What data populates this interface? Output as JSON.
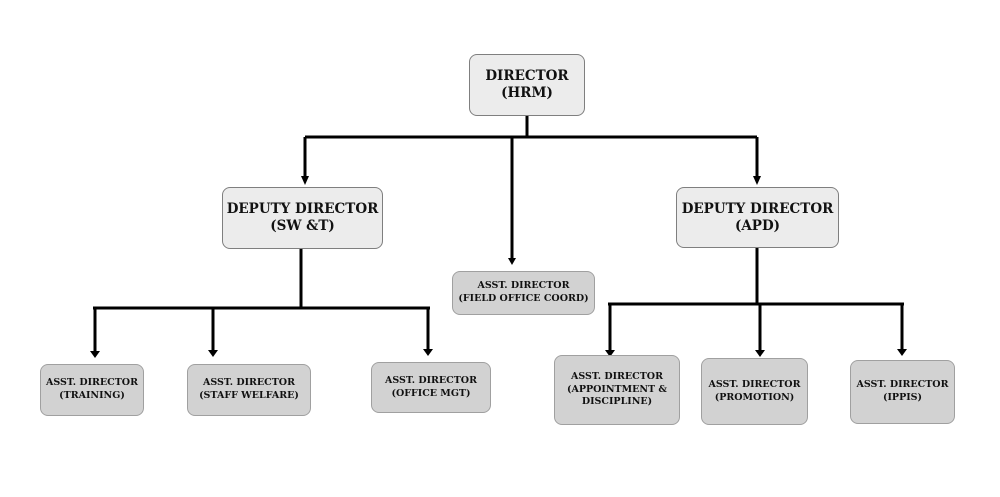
{
  "org_chart": {
    "director": {
      "line1": "DIRECTOR",
      "line2": "(HRM)"
    },
    "deputy_swt": {
      "line1": "DEPUTY DIRECTOR",
      "line2": "(SW &T)"
    },
    "deputy_apd": {
      "line1": "DEPUTY DIRECTOR",
      "line2": "(APD)"
    },
    "field_office": {
      "line1": "ASST. DIRECTOR",
      "line2": "(FIELD OFFICE COORD)"
    },
    "training": {
      "line1": "ASST. DIRECTOR",
      "line2": "(TRAINING)"
    },
    "staff_welfare": {
      "line1": "ASST. DIRECTOR",
      "line2": "(STAFF WELFARE)"
    },
    "office_mgt": {
      "line1": "ASST. DIRECTOR",
      "line2": "(OFFICE MGT)"
    },
    "appointment": {
      "line1": "ASST. DIRECTOR",
      "line2": "(APPOINTMENT &",
      "line3": "DISCIPLINE)"
    },
    "promotion": {
      "line1": "ASST. DIRECTOR",
      "line2": "(PROMOTION)"
    },
    "ippis": {
      "line1": "ASST. DIRECTOR",
      "line2": "(IPPIS)"
    }
  },
  "colors": {
    "box_light": "#ececec",
    "box_mid": "#d2d2d2",
    "line": "#000000"
  }
}
